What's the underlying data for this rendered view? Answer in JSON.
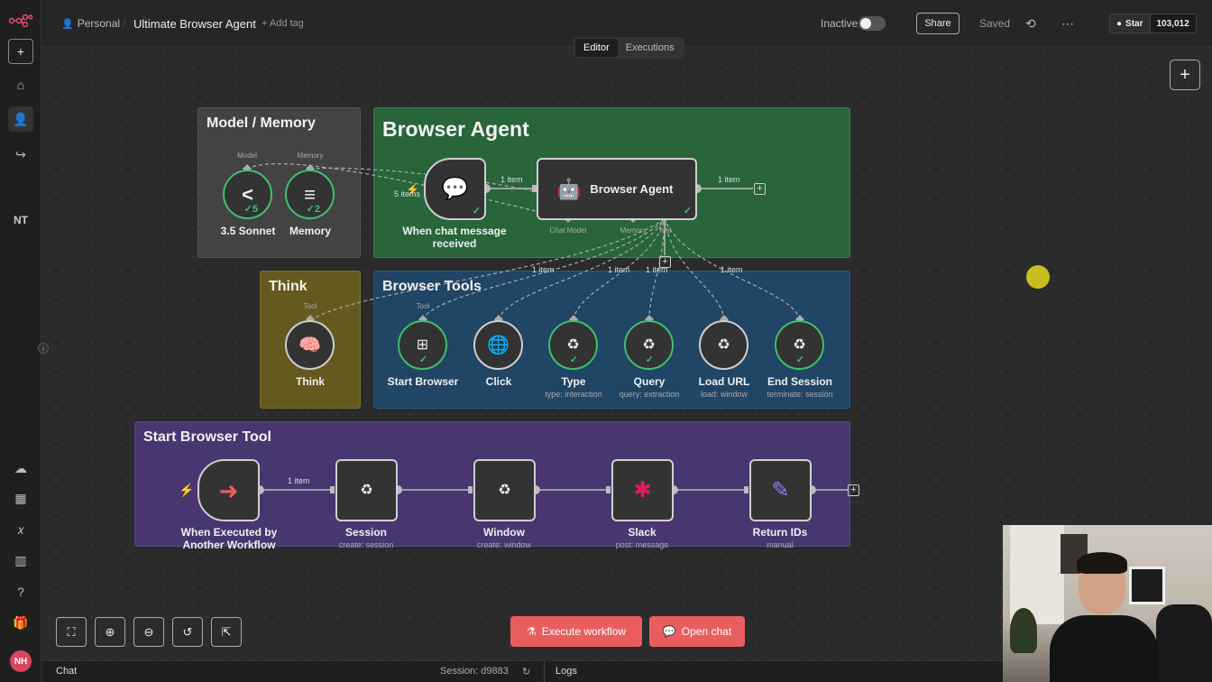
{
  "header": {
    "workspace": "Personal",
    "workflow_title": "Ultimate Browser Agent",
    "add_tag": "+ Add tag",
    "status_label": "Inactive",
    "share_label": "Share",
    "saved_label": "Saved",
    "star_label": "Star",
    "star_count": "103,012"
  },
  "tabs": [
    {
      "label": "Editor",
      "active": true
    },
    {
      "label": "Executions",
      "active": false
    }
  ],
  "sidebar": {
    "project_initials": "NT",
    "user_initials": "NH"
  },
  "groups": {
    "model": "Model / Memory",
    "agent": "Browser Agent",
    "think": "Think",
    "tools": "Browser Tools",
    "start": "Start Browser Tool"
  },
  "nodes": {
    "sonnet": {
      "label": "3.5 Sonnet",
      "badge": "5"
    },
    "memory": {
      "label": "Memory",
      "badge": "2"
    },
    "chat_trigger": {
      "label": "When chat message received"
    },
    "browser_agent": {
      "label": "Browser Agent"
    },
    "think": {
      "label": "Think"
    },
    "start_browser": {
      "label": "Start Browser"
    },
    "click": {
      "label": "Click"
    },
    "type": {
      "label": "Type",
      "sub": "type: interaction"
    },
    "query": {
      "label": "Query",
      "sub": "query: extraction"
    },
    "load_url": {
      "label": "Load URL",
      "sub": "load: window"
    },
    "end_session": {
      "label": "End Session",
      "sub": "terminate: session"
    },
    "exec_trigger": {
      "label": "When Executed by Another Workflow"
    },
    "session": {
      "label": "Session",
      "sub": "create: session"
    },
    "window": {
      "label": "Window",
      "sub": "create: window"
    },
    "slack": {
      "label": "Slack",
      "sub": "post: message"
    },
    "return_ids": {
      "label": "Return IDs",
      "sub": "manual"
    }
  },
  "ports": {
    "model": "Model",
    "memory": "Memory",
    "chat_model": "Chat Model",
    "agent_memory": "Memory",
    "tool": "Tool",
    "think_tool": "Tool",
    "start_tool": "Tool"
  },
  "connections": {
    "five_items": "5 items",
    "one_item": "1 item"
  },
  "actions": {
    "execute": "Execute workflow",
    "open_chat": "Open chat"
  },
  "bottom": {
    "chat": "Chat",
    "session": "Session: d9883",
    "logs": "Logs"
  },
  "colors": {
    "accent": "#e85e5e",
    "success": "#3fbf6b",
    "agent_group": "#28653a",
    "tools_group": "#204565",
    "think_group": "#645a1f",
    "start_group": "#47366f"
  }
}
